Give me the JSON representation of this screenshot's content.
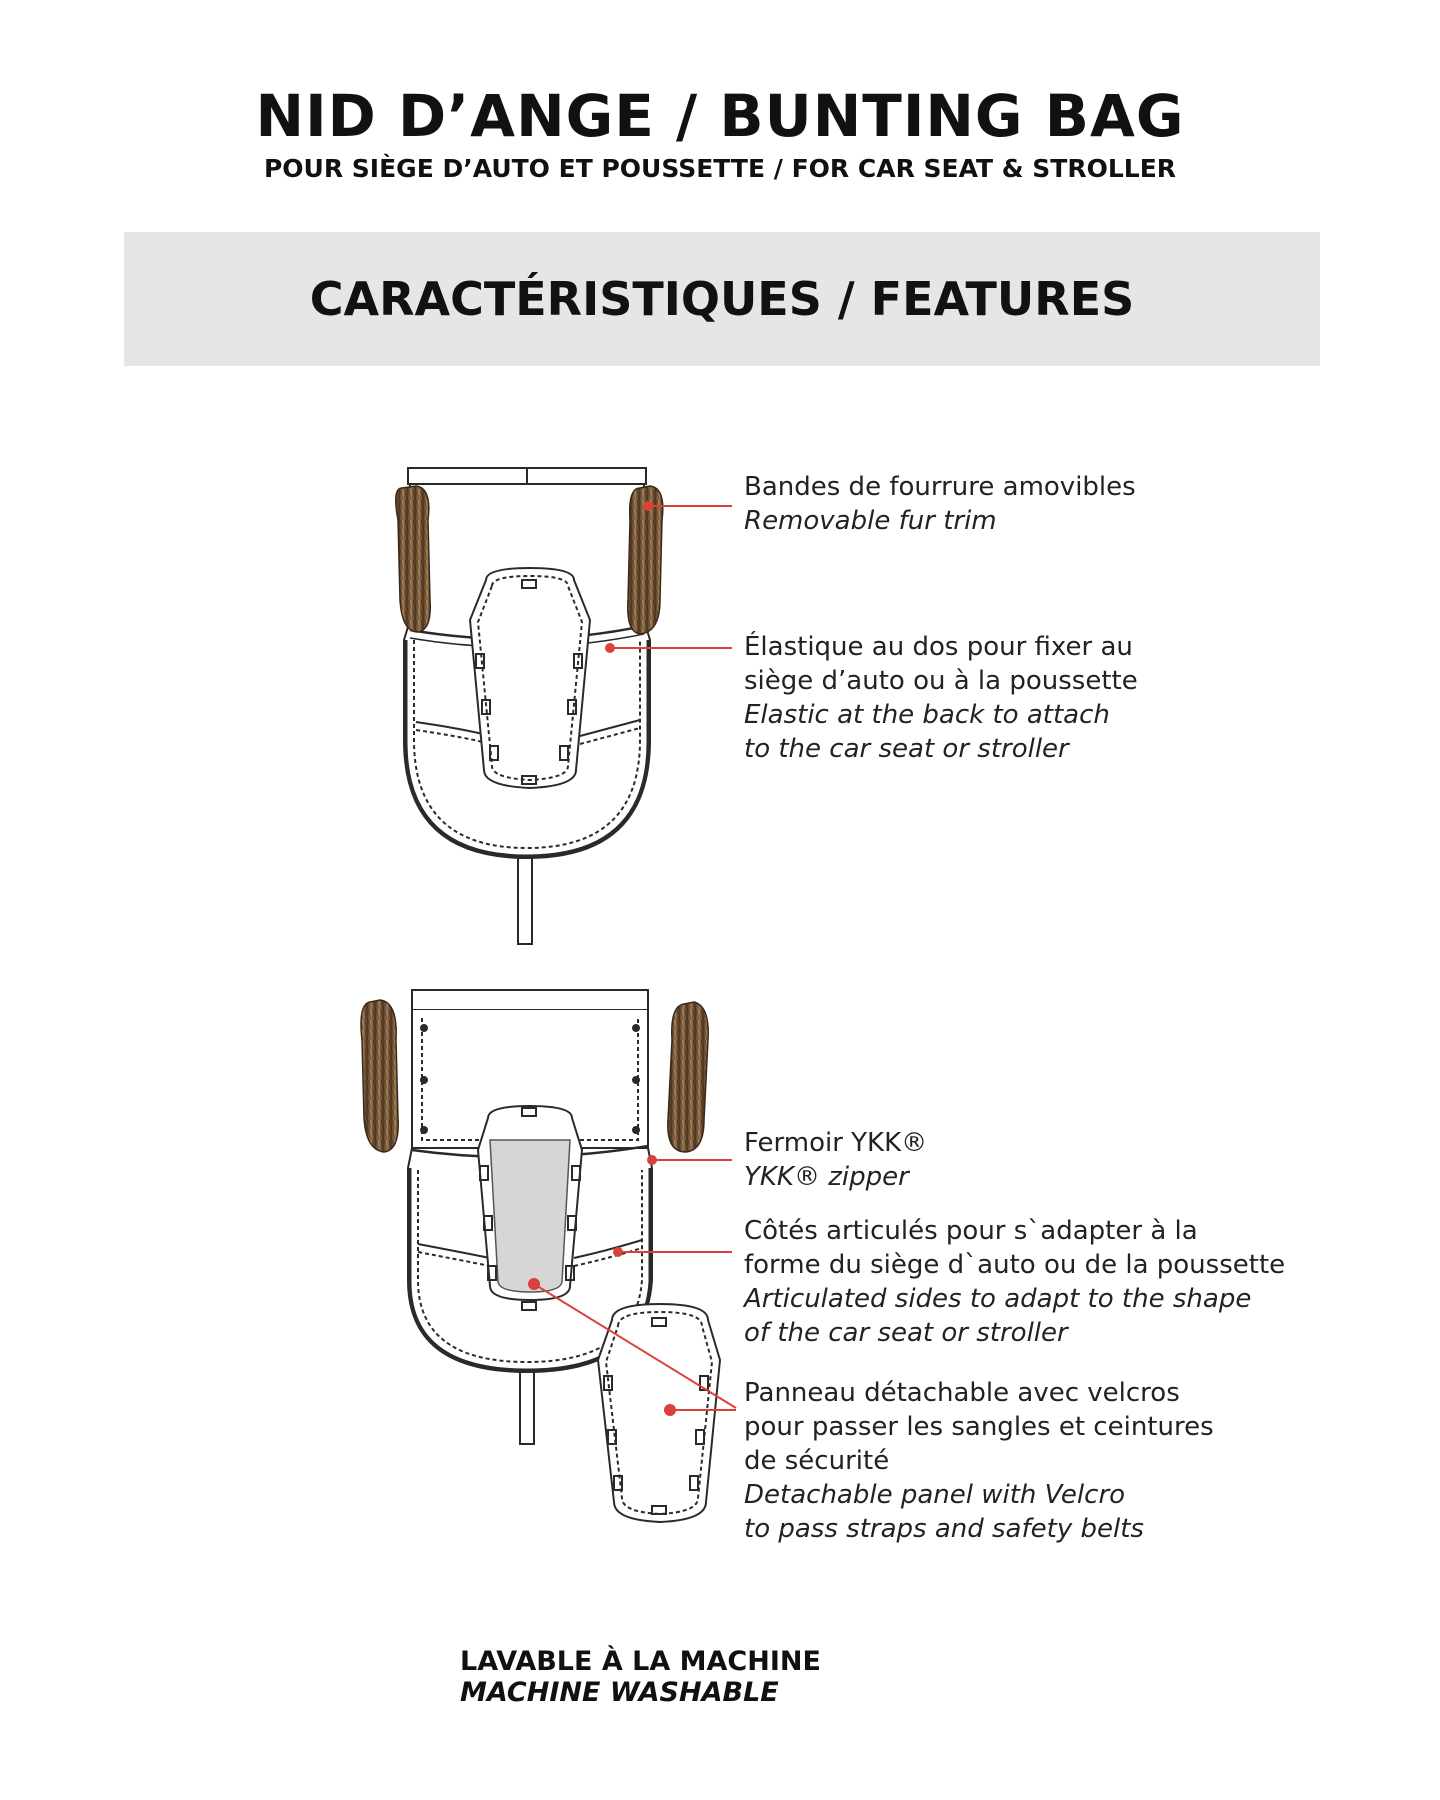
{
  "header": {
    "title": "NID D’ANGE / BUNTING BAG",
    "subtitle": "POUR SIÈGE D’AUTO ET POUSSETTE / FOR CAR SEAT & STROLLER"
  },
  "banner": {
    "label": "CARACTÉRISTIQUES / FEATURES"
  },
  "callouts": [
    {
      "fr": [
        "Bandes de fourrure amovibles"
      ],
      "en": [
        "Removable fur trim"
      ]
    },
    {
      "fr": [
        "Élastique au dos pour fixer au",
        "siège d’auto ou à la poussette"
      ],
      "en": [
        "Elastic at the back to attach",
        "to the car seat or stroller"
      ]
    },
    {
      "fr": [
        "Fermoir YKK®"
      ],
      "en": [
        "YKK® zipper"
      ]
    },
    {
      "fr": [
        "Côtés articulés pour s`adapter à la",
        "forme du siège d`auto ou de la poussette"
      ],
      "en": [
        "Articulated sides to adapt to the shape",
        "of the car seat or stroller"
      ]
    },
    {
      "fr": [
        "Panneau détachable avec velcros",
        "pour passer les sangles et ceintures",
        "de sécurité"
      ],
      "en": [
        "Detachable panel with Velcro",
        "to pass straps and safety belts"
      ]
    }
  ],
  "footer": {
    "fr": "LAVABLE À LA MACHINE",
    "en": "MACHINE WASHABLE"
  },
  "colors": {
    "accent": "#d9413a",
    "banner_bg": "#e6e6e6",
    "fur": "#8a6a45",
    "panel_fill": "#d6d6d6"
  }
}
